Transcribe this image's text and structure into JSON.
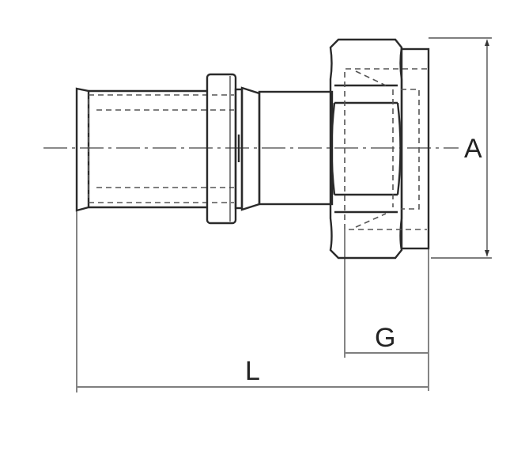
{
  "drawing": {
    "type": "technical drawing",
    "subject": "press fitting with union nut (female thread)",
    "dimensions": {
      "A": "A",
      "G": "G",
      "L": "L"
    }
  }
}
